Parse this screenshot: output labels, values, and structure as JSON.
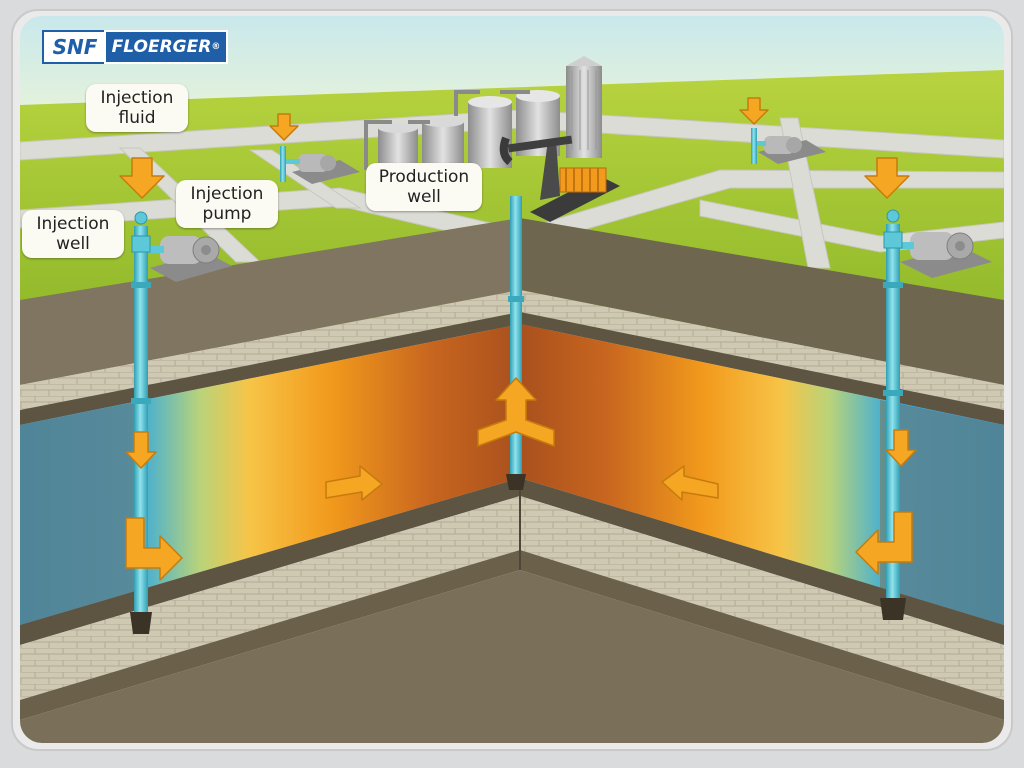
{
  "logo": {
    "part1": "SNF",
    "part2": "FLOERGER",
    "reg": "®"
  },
  "labels": {
    "injection_fluid": "Injection\nfluid",
    "injection_pump": "Injection\npump",
    "injection_well": "Injection\nwell",
    "production_well": "Production\nwell"
  },
  "colors": {
    "sky": "#c9e8ec",
    "grass": "#9cc233",
    "road": "#dcdcd6",
    "soil": "#7c7259",
    "rock_light": "#cfc8b3",
    "pipe": "#5cc8d8",
    "arrow": "#f5a623",
    "water": "#1a9be6",
    "oil": "#b5541d",
    "logo_blue": "#1f5fa8"
  }
}
